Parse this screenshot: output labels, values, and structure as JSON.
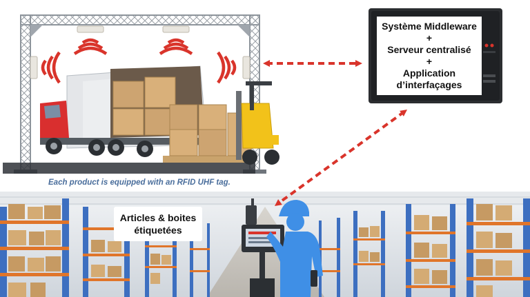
{
  "caption": "Each product is equipped with an RFID UHF tag.",
  "system": {
    "line1": "Système Middleware",
    "plus1": "+",
    "line2": "Serveur centralisé",
    "plus2": "+",
    "line3": "Application",
    "line4": "d’interfaçages"
  },
  "tagged_items": {
    "line1": "Articles & boites",
    "line2": "étiquetées"
  },
  "colors": {
    "arrow": "#d9342b",
    "signal_wave": "#d9342b",
    "worker_silhouette": "#3f8fe6",
    "caption": "#4a6e9c",
    "truck_cab": "#d92f2f",
    "rack_upright": "#3d6fc0",
    "rack_beam": "#e0752a"
  },
  "icons": {
    "portal": "rfid-portal-icon",
    "reader": "rfid-reader-icon",
    "monitor": "monitor-icon",
    "truck": "truck-icon",
    "forklift": "forklift-icon",
    "worker": "worker-icon",
    "handheld": "handheld-terminal-icon"
  }
}
